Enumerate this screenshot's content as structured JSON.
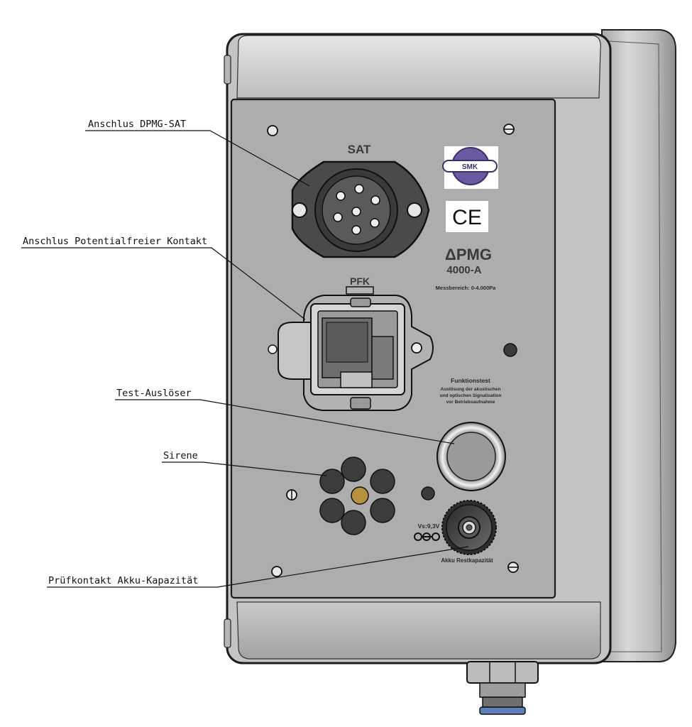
{
  "callouts": {
    "dpmg_sat": "Anschlus DPMG-SAT",
    "pfk": "Anschlus Potentialfreier Kontakt",
    "test": "Test-Auslöser",
    "sirene": "Sirene",
    "akku": "Prüfkontakt Akku-Kapazität"
  },
  "panel": {
    "sat_label": "SAT",
    "pfk_label": "PFK",
    "brand_logo": "SMK",
    "ce_mark": "CE",
    "model_line1": "ΔPMG",
    "model_line2": "4000-A",
    "range": "Messbereich: 0-4.000Pa",
    "function_title": "Funktionstest",
    "function_line1": "Auslösung der akustischen",
    "function_line2": "und optischen Signalisation",
    "function_line3": "vor Betriebsaufnahme",
    "voltage": "Vs:9,3V",
    "akku_label": "Akku Restkapazität"
  },
  "colors": {
    "panel": "#adadad",
    "housing": "#c4c4c4",
    "sirene_center": "#b8913e",
    "fitting_blue": "#5f7fbf"
  }
}
